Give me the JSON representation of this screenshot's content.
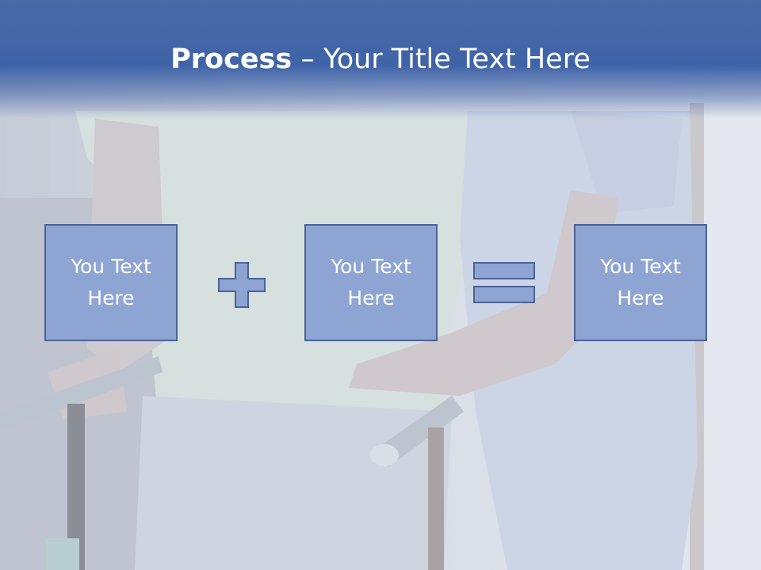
{
  "slide": {
    "title_bold": "Process",
    "title_rest": " – Your Title Text Here"
  },
  "boxes": [
    {
      "text": "You Text\nHere"
    },
    {
      "text": "You Text\nHere"
    },
    {
      "text": "You Text\nHere"
    }
  ],
  "operators": [
    "plus-icon",
    "equals-icon"
  ],
  "colors": {
    "header": "#3f63a8",
    "box_fill": "#8ea5d3",
    "box_border": "#4b6296",
    "text": "#ffffff"
  }
}
